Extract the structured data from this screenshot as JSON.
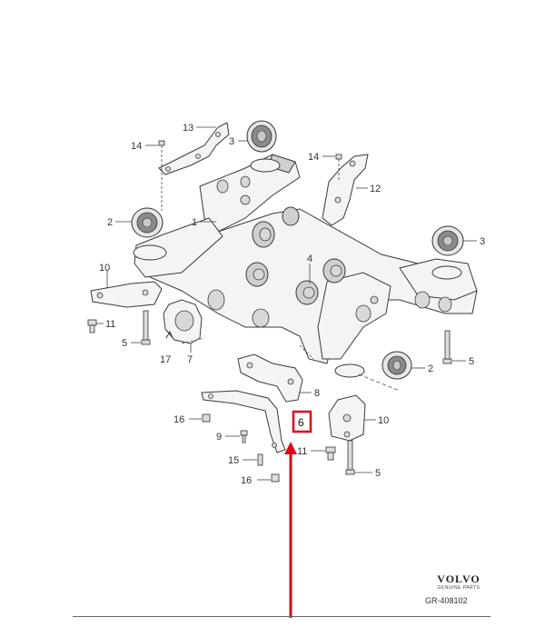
{
  "callouts": [
    {
      "id": "c13",
      "label": "13"
    },
    {
      "id": "c14a",
      "label": "14"
    },
    {
      "id": "c3a",
      "label": "3"
    },
    {
      "id": "c14b",
      "label": "14"
    },
    {
      "id": "c12",
      "label": "12"
    },
    {
      "id": "c1",
      "label": "1"
    },
    {
      "id": "c2a",
      "label": "2"
    },
    {
      "id": "c3b",
      "label": "3"
    },
    {
      "id": "c10a",
      "label": "10"
    },
    {
      "id": "c4",
      "label": "4"
    },
    {
      "id": "c11a",
      "label": "11"
    },
    {
      "id": "c5a",
      "label": "5"
    },
    {
      "id": "c17",
      "label": "17"
    },
    {
      "id": "c7",
      "label": "7"
    },
    {
      "id": "c5b",
      "label": "5"
    },
    {
      "id": "c2b",
      "label": "2"
    },
    {
      "id": "c8",
      "label": "8"
    },
    {
      "id": "c16a",
      "label": "16"
    },
    {
      "id": "c6",
      "label": "6"
    },
    {
      "id": "c10b",
      "label": "10"
    },
    {
      "id": "c9",
      "label": "9"
    },
    {
      "id": "c11b",
      "label": "11"
    },
    {
      "id": "c15",
      "label": "15"
    },
    {
      "id": "c5c",
      "label": "5"
    },
    {
      "id": "c16b",
      "label": "16"
    }
  ],
  "highlight": {
    "label": "6",
    "color": "#e0001b"
  },
  "arrow_color": "#e0001b",
  "brand": {
    "name": "VOLVO",
    "tagline": "GENUINE PARTS"
  },
  "reference": "GR-408102"
}
